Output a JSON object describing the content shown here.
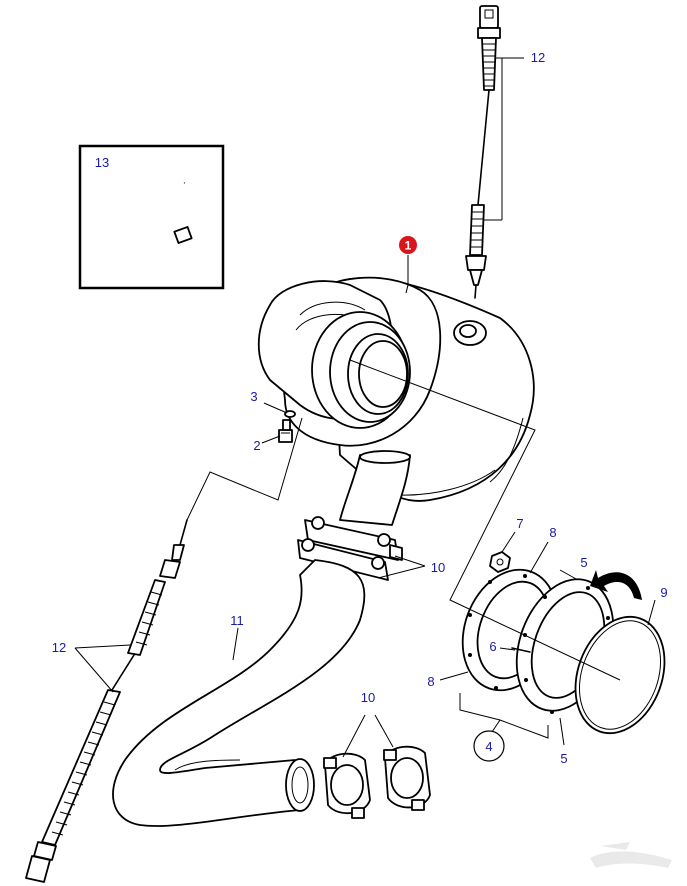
{
  "diagram": {
    "callouts": [
      {
        "id": "c1",
        "text": "1"
      },
      {
        "id": "c2",
        "text": "2"
      },
      {
        "id": "c3",
        "text": "3"
      },
      {
        "id": "c4",
        "text": "4"
      },
      {
        "id": "c5a",
        "text": "5"
      },
      {
        "id": "c5b",
        "text": "5"
      },
      {
        "id": "c6",
        "text": "6"
      },
      {
        "id": "c7",
        "text": "7"
      },
      {
        "id": "c8a",
        "text": "8"
      },
      {
        "id": "c8b",
        "text": "8"
      },
      {
        "id": "c9",
        "text": "9"
      },
      {
        "id": "c10a",
        "text": "10"
      },
      {
        "id": "c10b",
        "text": "10"
      },
      {
        "id": "c11",
        "text": "11"
      },
      {
        "id": "c12a",
        "text": "12"
      },
      {
        "id": "c12b",
        "text": "12"
      },
      {
        "id": "c13",
        "text": "13"
      }
    ],
    "colors": {
      "label": "#1a1aa6",
      "highlight": "#d9141b",
      "line": "#000000"
    }
  }
}
